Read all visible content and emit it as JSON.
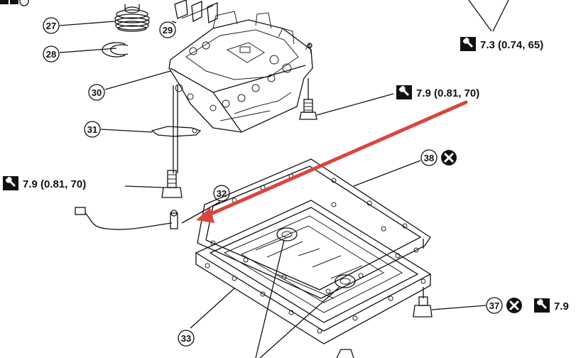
{
  "callouts": {
    "c27": "27",
    "c28": "28",
    "c29": "29",
    "c30": "30",
    "c31": "31",
    "c32": "32",
    "c33": "33",
    "c37": "37",
    "c38": "38"
  },
  "torque": {
    "top_right": "7.3  (0.74,  65)",
    "valve_body_bolt": "7.9  (0.81,  70)",
    "left_bolt": "7.9  (0.81,  70)",
    "drain_plug": "7.9"
  },
  "colors": {
    "arrow": "#d9463e",
    "ink": "#111111"
  },
  "icons": {
    "torque": "wrench-torque-icon",
    "no_reuse": "x-circle-icon"
  }
}
